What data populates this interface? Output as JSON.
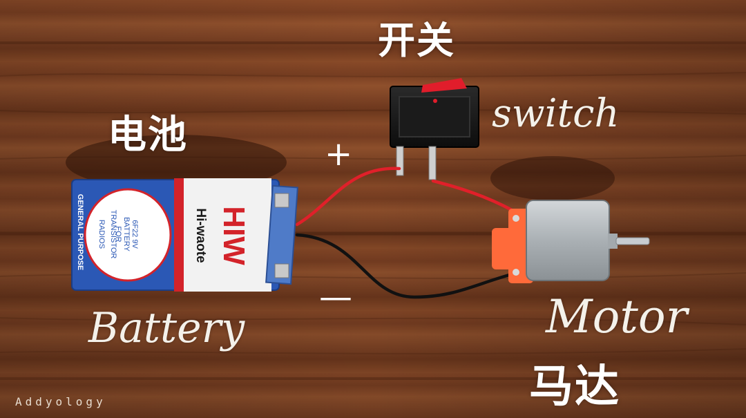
{
  "labels": {
    "switch_cn": "开关",
    "switch_en": "switch",
    "battery_cn": "电池",
    "battery_en": "Battery",
    "motor_en": "Motor",
    "motor_cn": "马达",
    "plus": "+",
    "minus": "—"
  },
  "battery": {
    "brand": "HIW",
    "model": "Hi-waote",
    "spec_line1": "6F22 9V",
    "spec_line2": "BATTERY",
    "spec_line3": "FOR",
    "spec_line4": "TRANSISTOR",
    "spec_line5": "RADIOS",
    "purpose": "GENERAL PURPOSE"
  },
  "watermark": "Addyology",
  "colors": {
    "wood": "#7f4324",
    "battery_blue": "#2b58b5",
    "battery_brand_red": "#d3232a",
    "wire_red": "#e0202a",
    "wire_black": "#111111",
    "switch_rocker": "#e11d2b",
    "motor_gray": "#b9bec2",
    "motor_mount": "#ff6a3a"
  }
}
